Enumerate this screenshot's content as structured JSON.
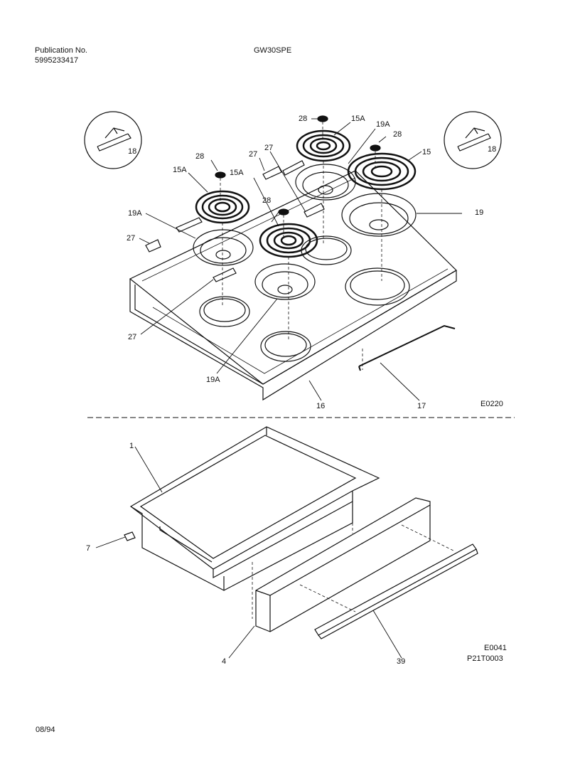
{
  "header": {
    "publication_label": "Publication No.",
    "publication_number": "5995233417",
    "model": "GW30SPE"
  },
  "cooktop_section": {
    "figure_code": "E0220",
    "callouts": {
      "c18_left": "18",
      "c18_right": "18",
      "c28_top": "28",
      "c15A_top": "15A",
      "c19A_top": "19A",
      "c28_right": "28",
      "c15": "15",
      "c27_a": "27",
      "c27_b": "27",
      "c28_left": "28",
      "c15A_left": "15A",
      "c15A_mid": "15A",
      "c28_mid": "28",
      "c19": "19",
      "c19A_left": "19A",
      "c27_left": "27",
      "c27_bottom": "27",
      "c19A_bottom": "19A",
      "c16": "16",
      "c17": "17"
    }
  },
  "drawer_section": {
    "figure_code": "E0041",
    "drawing_code": "P21T0003",
    "callouts": {
      "c1": "1",
      "c7": "7",
      "c4": "4",
      "c39": "39"
    }
  },
  "footer": {
    "date": "08/94"
  }
}
